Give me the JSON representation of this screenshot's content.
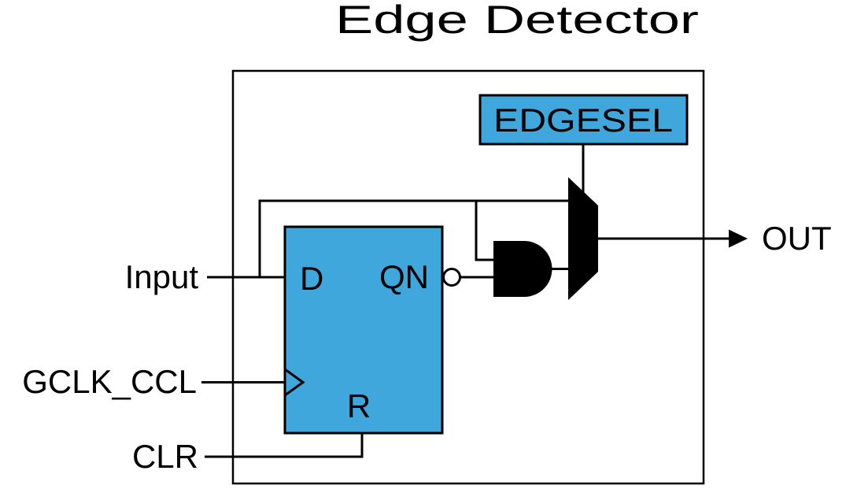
{
  "diagram": {
    "title": "Edge Detector",
    "labels": {
      "edgesel": "EDGESEL",
      "input": "Input",
      "gclk": "GCLK_CCL",
      "clr": "CLR",
      "out": "OUT",
      "ff_d": "D",
      "ff_qn": "QN",
      "ff_r": "R"
    },
    "components": {
      "flip_flop": "D flip-flop with QN inverted output and reset R",
      "gate": "AND gate",
      "selector": "2-input multiplexer selected by EDGESEL"
    },
    "colors": {
      "block_fill": "#3FA7DC",
      "stroke": "#000000",
      "background": "#FFFFFF"
    }
  }
}
